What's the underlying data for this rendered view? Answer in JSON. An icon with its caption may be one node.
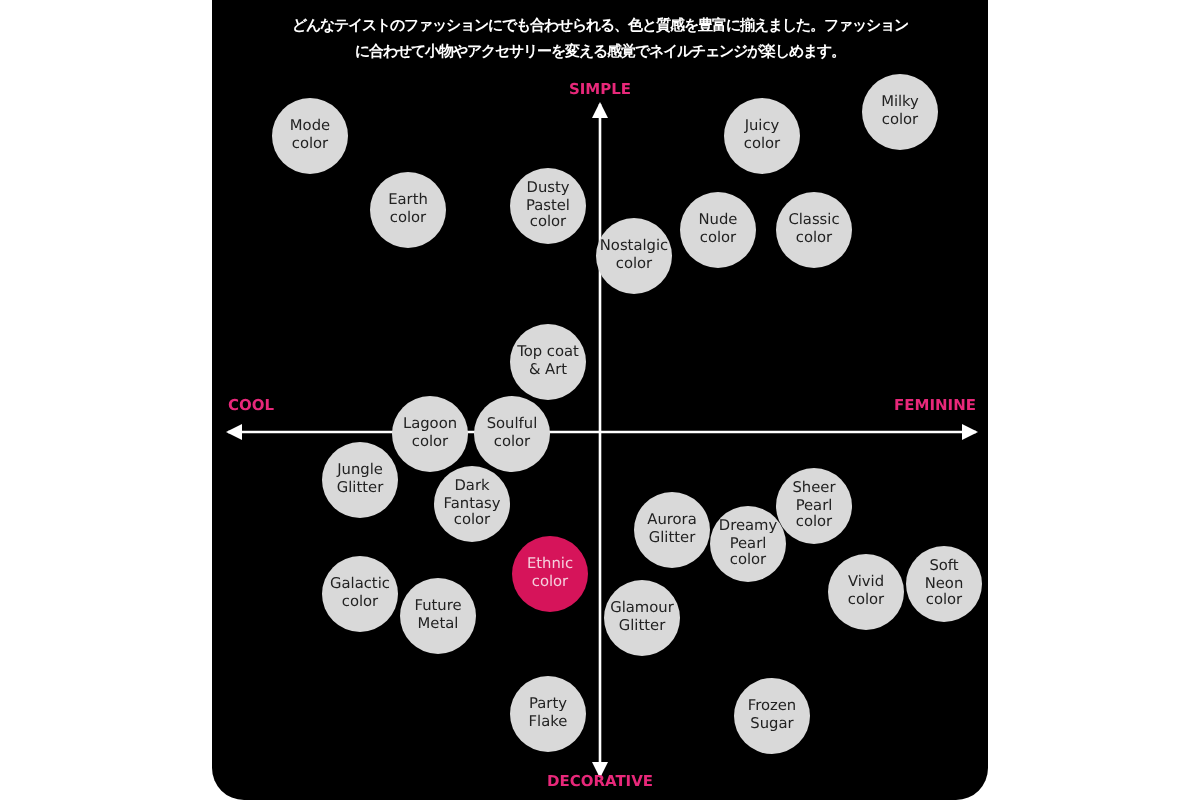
{
  "diagram": {
    "title": "どんなテイストのファッションにでも合わせられる、色と質感を豊富に揃えました。ファッションに合わせて小物やアクセサリーを変える感覚でネイルチェンジが楽しめます。",
    "nodes": [
      {
        "text": [
          "Milky color"
        ]
      },
      {
        "text": [
          "Mode color"
        ]
      },
      {
        "text": [
          "Juicy color"
        ]
      },
      {
        "text": [
          "Earth color"
        ]
      },
      {
        "text": [
          "Dusty Pastel color"
        ]
      },
      {
        "text": [
          "Nude color"
        ]
      },
      {
        "text": [
          "Classic color"
        ]
      },
      {
        "text": [
          "Nostalgic color"
        ]
      },
      {
        "text": [
          "Top coat & Art"
        ]
      },
      {
        "text": [
          "Lagoon color"
        ]
      },
      {
        "text": [
          "Soulful color"
        ]
      },
      {
        "text": [
          "Jungle Glitter"
        ]
      },
      {
        "text": [
          "Dark Fantasy color"
        ]
      },
      {
        "text": [
          "Sheer Pearl color"
        ]
      },
      {
        "text": [
          "Aurora Glitter"
        ]
      },
      {
        "text": [
          "Dreamy Pearl color"
        ]
      },
      {
        "text": [
          "Ethnic color"
        ]
      },
      {
        "text": [
          "Galactic color"
        ]
      },
      {
        "text": [
          "Soft Neon color"
        ]
      },
      {
        "text": [
          "Vivid color"
        ]
      },
      {
        "text": [
          "Future Metal"
        ]
      },
      {
        "text": [
          "Glamour Glitter"
        ]
      },
      {
        "text": [
          "Party Flake"
        ]
      },
      {
        "text": [
          "Frozen Sugar"
        ]
      }
    ],
    "labels": [
      "SIMPLE",
      "COOL",
      "FEMININE",
      "DECORATIVE"
    ]
  }
}
